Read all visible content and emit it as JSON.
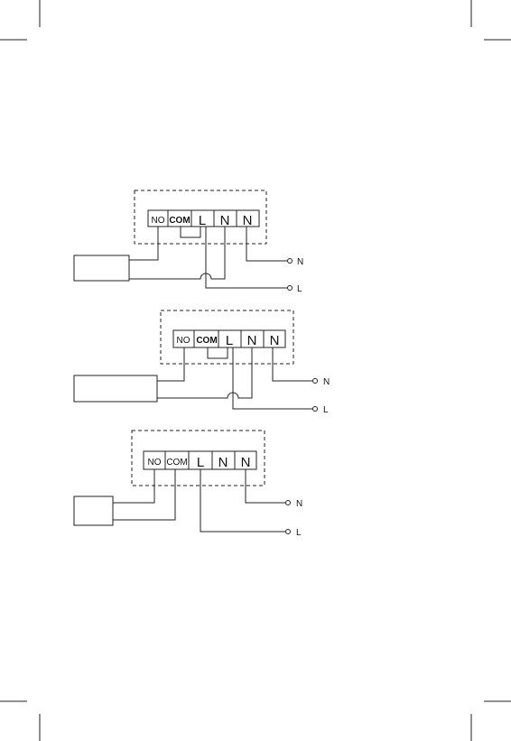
{
  "diagrams": [
    {
      "terminals": [
        "NO",
        "COM",
        "L",
        "N",
        "N"
      ],
      "outputs": [
        "N",
        "L"
      ]
    },
    {
      "terminals": [
        "NO",
        "COM",
        "L",
        "N",
        "N"
      ],
      "outputs": [
        "N",
        "L"
      ]
    },
    {
      "terminals": [
        "NO",
        "COM",
        "L",
        "N",
        "N"
      ],
      "outputs": [
        "N",
        "L"
      ]
    }
  ]
}
